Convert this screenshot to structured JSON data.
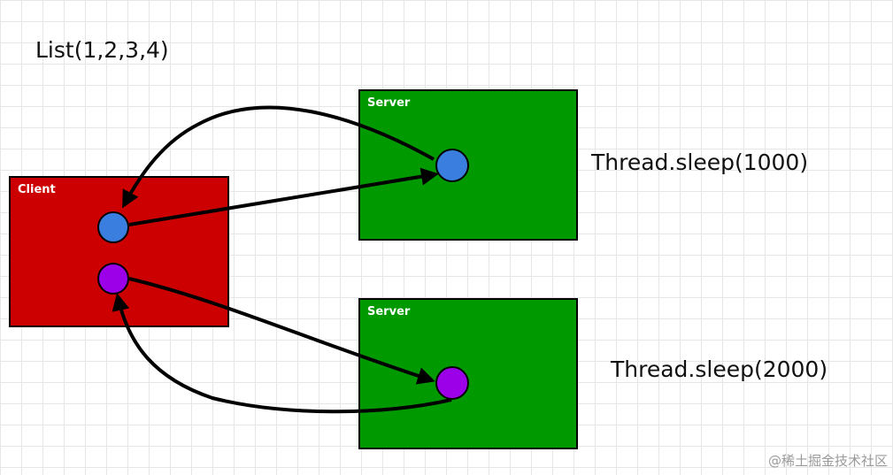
{
  "list_label": "List(1,2,3,4)",
  "client": {
    "label": "Client",
    "color": "#cc0000"
  },
  "servers": [
    {
      "label": "Server",
      "color": "#009900",
      "note": "Thread.sleep(1000)"
    },
    {
      "label": "Server",
      "color": "#009900",
      "note": "Thread.sleep(2000)"
    }
  ],
  "node_colors": {
    "blue": "#3a7fe0",
    "purple": "#9b00e8"
  },
  "watermark": "@稀土掘金技术社区"
}
